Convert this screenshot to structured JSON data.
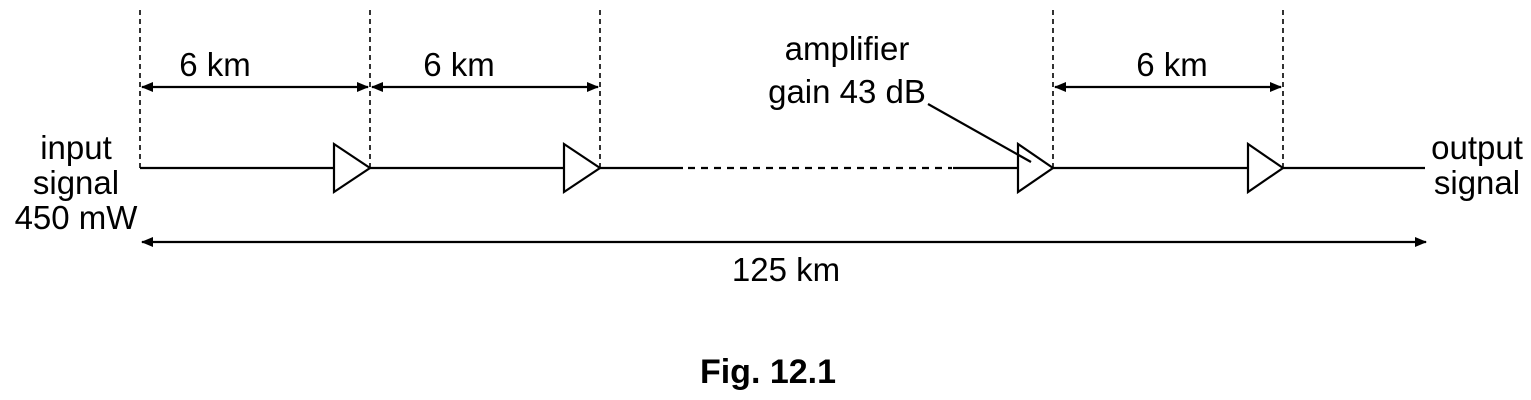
{
  "labels": {
    "input_line1": "input",
    "input_line2": "signal",
    "input_power": "450 mW",
    "output_line1": "output",
    "output_line2": "signal",
    "amplifier_line1": "amplifier",
    "amplifier_line2": "gain 43 dB",
    "span_1": "6 km",
    "span_2": "6 km",
    "span_3": "6 km",
    "total_length": "125 km"
  },
  "caption": "Fig. 12.1"
}
